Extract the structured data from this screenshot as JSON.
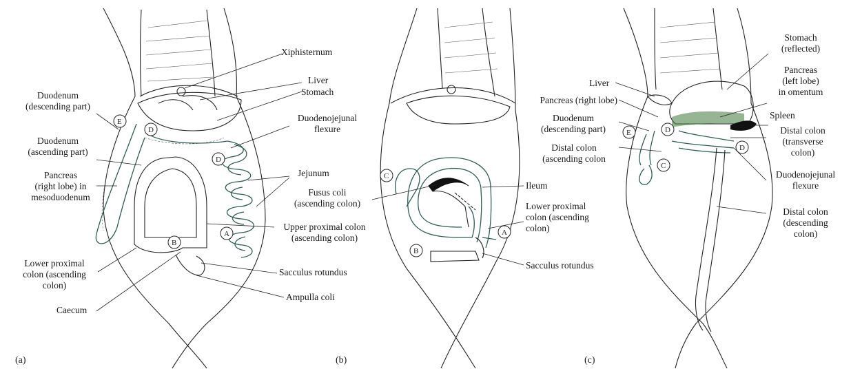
{
  "panels": [
    {
      "id": "a",
      "letter": "(a)",
      "labels": {
        "xiphisternum": "Xiphisternum",
        "liver": "Liver",
        "stomach": "Stomach",
        "duodenum_desc": [
          "Duodenum",
          "(descending part)"
        ],
        "duodenum_asc": [
          "Duodenum",
          "(ascending part)"
        ],
        "duodenojejunal": [
          "Duodenojejunal",
          "flexure"
        ],
        "jejunum": "Jejunum",
        "pancreas": [
          "Pancreas",
          "(right lobe) in",
          "mesoduodenum"
        ],
        "upper_proximal": [
          "Upper proximal colon",
          "(ascending colon)"
        ],
        "lower_proximal": [
          "Lower proximal",
          "colon (ascending",
          "colon)"
        ],
        "sacculus": "Sacculus rotundus",
        "ampulla": "Ampulla coli",
        "caecum": "Caecum"
      },
      "markers": [
        "E",
        "D",
        "D",
        "A",
        "B"
      ]
    },
    {
      "id": "b",
      "letter": "(b)",
      "labels": {
        "fusus": [
          "Fusus coli",
          "(ascending colon)"
        ],
        "ileum": "Ileum",
        "lower_proximal": [
          "Lower proximal",
          "colon (ascending",
          "colon)"
        ],
        "sacculus": "Sacculus rotundus"
      },
      "markers": [
        "C",
        "A",
        "B"
      ]
    },
    {
      "id": "c",
      "letter": "(c)",
      "labels": {
        "stomach": [
          "Stomach",
          "(reflected)"
        ],
        "liver": "Liver",
        "pancreas_left": [
          "Pancreas",
          "(left lobe)",
          "in omentum"
        ],
        "pancreas_right": "Pancreas (right lobe)",
        "spleen": "Spleen",
        "duodenum_desc": [
          "Duodenum",
          "(descending part)"
        ],
        "distal_transverse": [
          "Distal colon",
          "(transverse",
          "colon)"
        ],
        "distal_ascending": [
          "Distal colon",
          "(ascending colon"
        ],
        "duodenojejunal": [
          "Duodenojejunal",
          "flexure"
        ],
        "distal_descending": [
          "Distal colon",
          "(descending",
          "colon)"
        ]
      },
      "markers": [
        "E",
        "D",
        "D",
        "C"
      ]
    }
  ],
  "colors": {
    "gut": "#2f5e56",
    "outline": "#222222",
    "pancreas": "#3f7a3a",
    "spleen": "#111111"
  }
}
